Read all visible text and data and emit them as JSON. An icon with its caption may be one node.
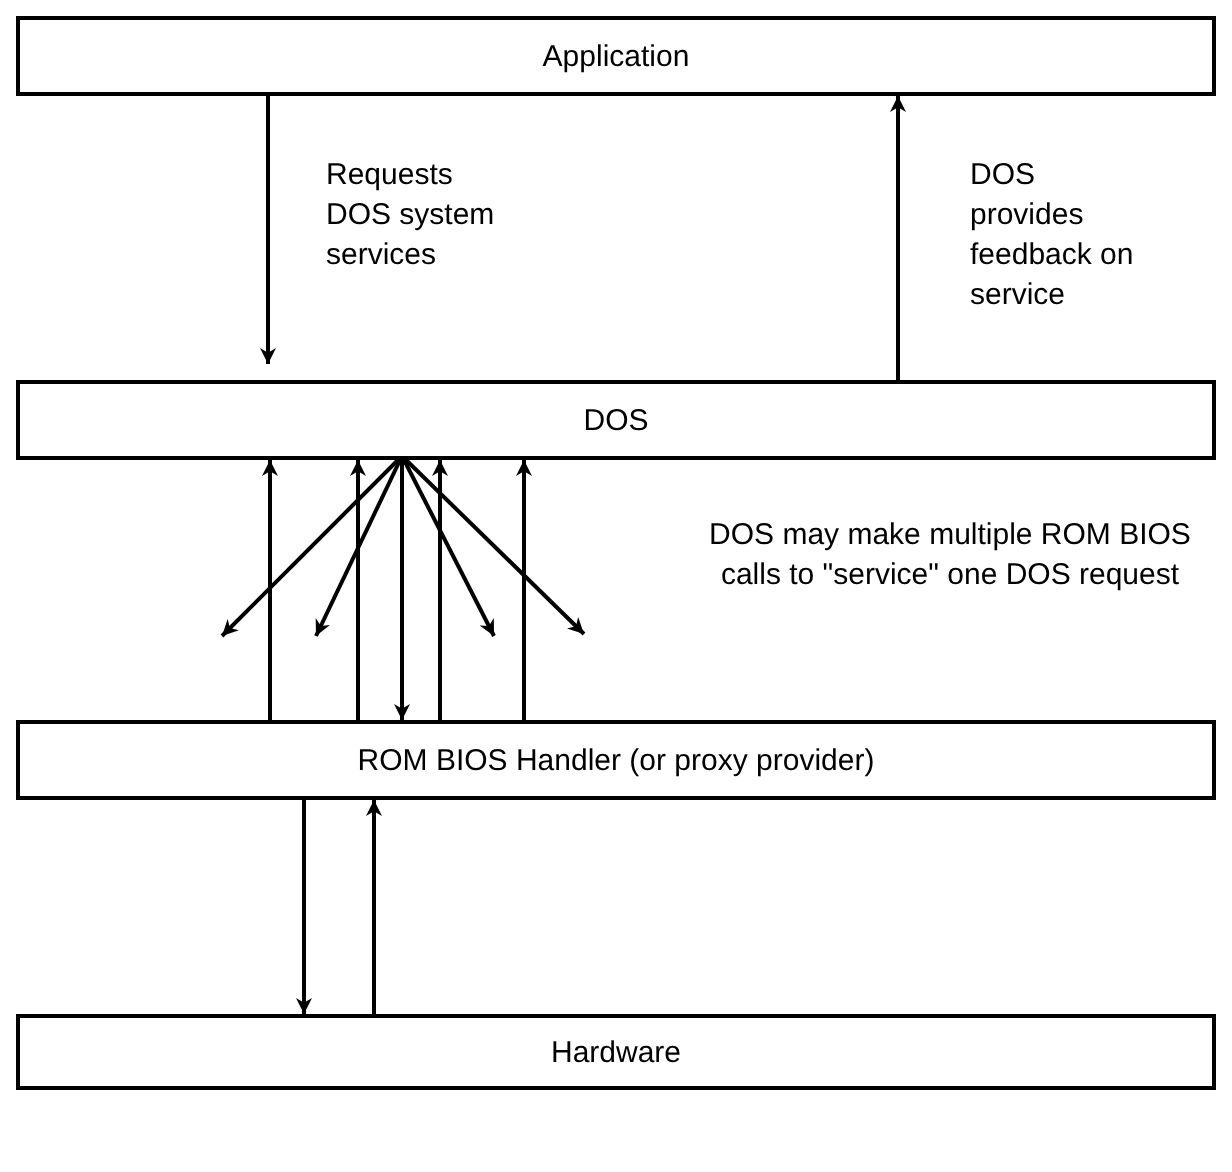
{
  "diagram": {
    "nodes": [
      {
        "text": [
          "Application"
        ]
      },
      {
        "text": [
          "DOS"
        ]
      },
      {
        "text": [
          "ROM BIOS Handler (or proxy provider)"
        ]
      },
      {
        "text": [
          "Hardware"
        ]
      }
    ],
    "edges": [
      {
        "from": 0,
        "to": 1,
        "arrow": "to",
        "label": "Requests DOS system services"
      },
      {
        "from": 1,
        "to": 0,
        "arrow": "to",
        "label": "DOS provides feedback on service"
      },
      {
        "from": 2,
        "to": 1,
        "arrow": "to"
      },
      {
        "from": 2,
        "to": 1,
        "arrow": "to"
      },
      {
        "from": 2,
        "to": 1,
        "arrow": "to"
      },
      {
        "from": 2,
        "to": 1,
        "arrow": "to"
      },
      {
        "from": 1,
        "to": null,
        "arrow": "to"
      },
      {
        "from": 1,
        "to": null,
        "arrow": "to"
      },
      {
        "from": 1,
        "to": 2,
        "arrow": "to"
      },
      {
        "from": 1,
        "to": null,
        "arrow": "to"
      },
      {
        "from": 1,
        "to": null,
        "arrow": "to"
      },
      {
        "from": 2,
        "to": 3,
        "arrow": "to"
      },
      {
        "from": 3,
        "to": 2,
        "arrow": "to"
      }
    ],
    "labels": [
      "DOS may make multiple ROM BIOS calls to \"service\" one DOS request"
    ]
  }
}
